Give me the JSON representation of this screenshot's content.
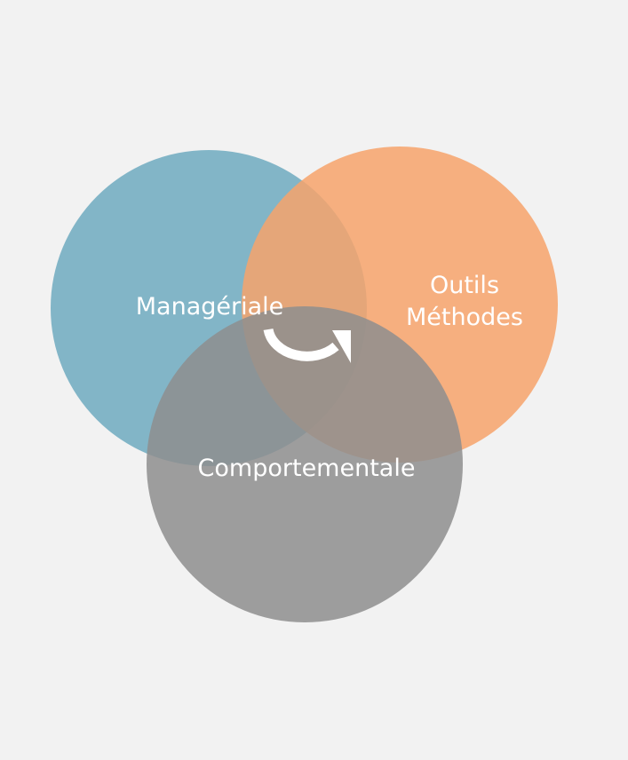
{
  "diagram": {
    "background": "#f2f2f2",
    "sets": [
      {
        "id": "manageriale",
        "label": "Managériale",
        "color": "#6faac0"
      },
      {
        "id": "outils",
        "label_lines": [
          "Outils",
          "Méthodes"
        ],
        "color": "#f7a36b"
      },
      {
        "id": "comportementale",
        "label": "Comportementale",
        "color": "#8e8e8e"
      }
    ],
    "center_icon": "circular-arrow-icon",
    "icon_color": "#ffffff"
  }
}
